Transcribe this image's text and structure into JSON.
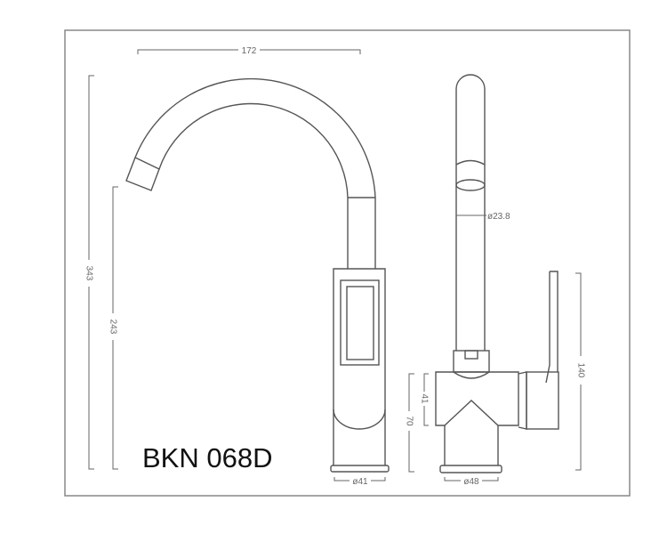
{
  "model": "BKN 068D",
  "dimensions": {
    "spout_reach": "172",
    "total_height": "343",
    "spout_height": "243",
    "tube_diameter": "ø23.8",
    "front_base_diameter": "ø41",
    "side_base_diameter": "ø48",
    "body_height": "70",
    "body_upper_height": "41",
    "handle_height": "140"
  }
}
